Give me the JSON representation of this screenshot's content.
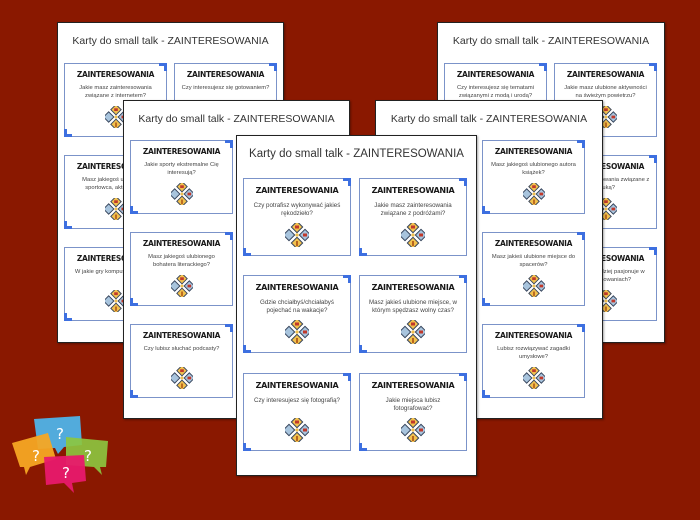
{
  "background_color": "#8a1800",
  "card_heading": "ZAINTERESOWANIA",
  "pages": {
    "back_left": {
      "title": "Karty do small talk - ZAINTERESOWANIA",
      "cards": [
        {
          "heading": "ZAINTERESOWANIA",
          "question": "Jakie masz zainteresowania związane z internetem?"
        },
        {
          "heading": "ZAINTERESOWANIA",
          "question": "Czy interesujesz się gotowaniem?"
        },
        {
          "heading": "ZAINTERESOWANIA",
          "question": "Masz jakiegoś ulubionego sportowca, aktora czy..."
        },
        {
          "heading": "ZAINTERESOWANIA",
          "question": "W jakie gry komputerowe grać?"
        }
      ]
    },
    "back_right": {
      "title": "Karty do small talk - ZAINTERESOWANIA",
      "cards": [
        {
          "heading": "ZAINTERESOWANIA",
          "question": "Czy interesujesz się tematami związanymi z modą i urodą?"
        },
        {
          "heading": "ZAINTERESOWANIA",
          "question": "Jakie masz ulubione aktywności na świeżym powietrzu?"
        },
        {
          "heading": "ZAINTERESOWANIA",
          "question": "Masz zainteresowania związane z nauką?"
        },
        {
          "heading": "ZAINTERESOWANIA",
          "question": "Co cię najbardziej pasjonuje w zainteresowaniach?"
        }
      ]
    },
    "mid_left": {
      "title": "Karty do small talk - ZAINTERESOWANIA",
      "cards": [
        {
          "heading": "ZAINTERESOWANIA",
          "question": "Jakie sporty ekstremalne Cię interesują?"
        },
        {
          "heading": "ZAINTERESOWANIA",
          "question": "Masz jakiegoś ulubionego bohatera literackiego?"
        },
        {
          "heading": "ZAINTERESOWANIA",
          "question": "Czy lubisz słuchać podcasty?"
        }
      ]
    },
    "mid_right": {
      "title": "Karty do small talk - ZAINTERESOWANIA",
      "cards": [
        {
          "heading": "ZAINTERESOWANIA",
          "question": "Masz jakiegoś ulubionego autora książek?"
        },
        {
          "heading": "ZAINTERESOWANIA",
          "question": "Masz jakieś ulubione miejsce do spacerów?"
        },
        {
          "heading": "ZAINTERESOWANIA",
          "question": "Lubisz rozwiązywać zagadki umysłowe?"
        }
      ]
    },
    "front": {
      "title": "Karty do small talk - ZAINTERESOWANIA",
      "cards": [
        {
          "heading": "ZAINTERESOWANIA",
          "question": "Czy potrafisz wykonywać jakieś rękodzieło?"
        },
        {
          "heading": "ZAINTERESOWANIA",
          "question": "Jakie masz zainteresowania związane z podróżami?"
        },
        {
          "heading": "ZAINTERESOWANIA",
          "question": "Gdzie chciałbyś/chciałabyś pojechać na wakacje?"
        },
        {
          "heading": "ZAINTERESOWANIA",
          "question": "Masz jakieś ulubione miejsce, w którym spędzasz wolny czas?"
        },
        {
          "heading": "ZAINTERESOWANIA",
          "question": "Czy interesujesz się fotografią?"
        },
        {
          "heading": "ZAINTERESOWANIA",
          "question": "Jakie miejsca lubisz fotografować?"
        }
      ]
    }
  },
  "logo": {
    "icon": "speech-bubbles-question-icon",
    "symbol": "?",
    "colors": [
      "#4fb3e8",
      "#f5a623",
      "#8cc63f",
      "#e8196c"
    ]
  }
}
